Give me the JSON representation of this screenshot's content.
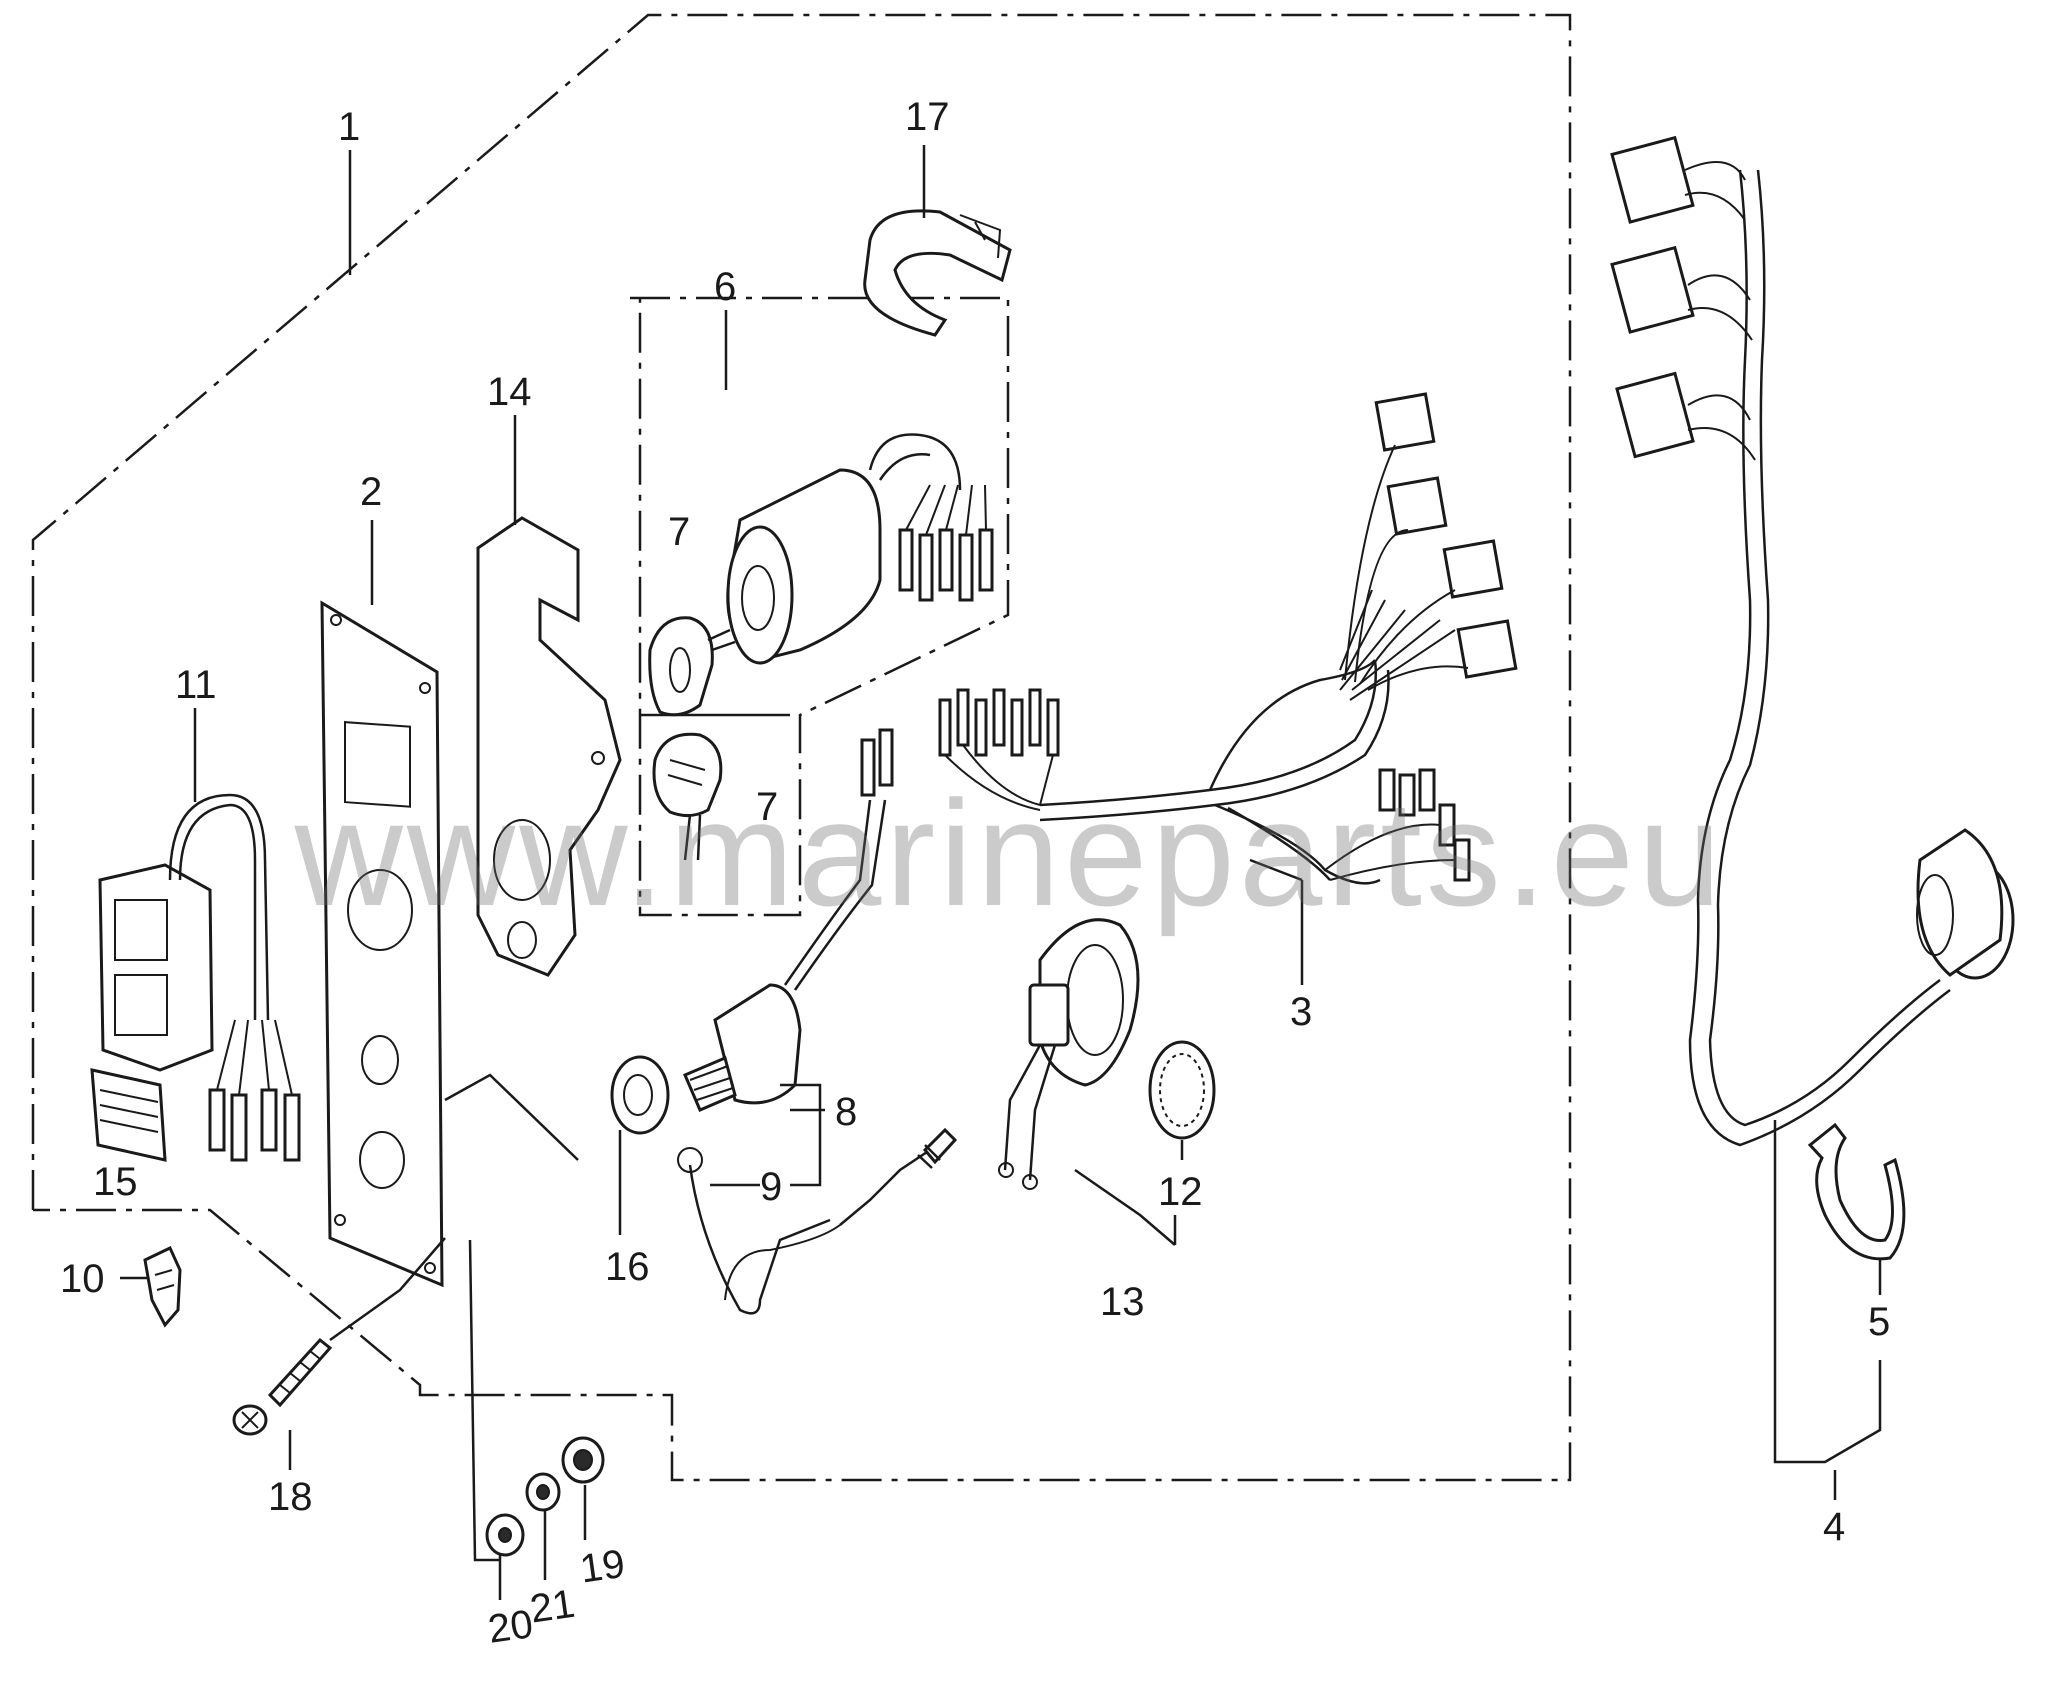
{
  "watermark": "www.marineparts.eu",
  "callouts": [
    {
      "id": "1",
      "label": "1"
    },
    {
      "id": "2",
      "label": "2"
    },
    {
      "id": "3",
      "label": "3"
    },
    {
      "id": "4",
      "label": "4"
    },
    {
      "id": "5",
      "label": "5"
    },
    {
      "id": "6",
      "label": "6"
    },
    {
      "id": "7a",
      "label": "7"
    },
    {
      "id": "7b",
      "label": "7"
    },
    {
      "id": "8",
      "label": "8"
    },
    {
      "id": "9",
      "label": "9"
    },
    {
      "id": "10",
      "label": "10"
    },
    {
      "id": "11",
      "label": "11"
    },
    {
      "id": "12",
      "label": "12"
    },
    {
      "id": "13",
      "label": "13"
    },
    {
      "id": "14",
      "label": "14"
    },
    {
      "id": "15",
      "label": "15"
    },
    {
      "id": "16",
      "label": "16"
    },
    {
      "id": "17",
      "label": "17"
    },
    {
      "id": "18",
      "label": "18"
    },
    {
      "id": "19",
      "label": "19"
    },
    {
      "id": "20",
      "label": "20"
    },
    {
      "id": "21",
      "label": "21"
    }
  ],
  "parts": [
    {
      "id": "switch-panel-assembly",
      "callout": "1"
    },
    {
      "id": "panel-plate",
      "callout": "2"
    },
    {
      "id": "main-wire-harness",
      "callout": "3"
    },
    {
      "id": "extension-wire-harness",
      "callout": "4"
    },
    {
      "id": "harness-clip",
      "callout": "5"
    },
    {
      "id": "ignition-switch-set",
      "callout": "6"
    },
    {
      "id": "ignition-key",
      "callout": "7"
    },
    {
      "id": "emergency-stop-switch",
      "callout": "8"
    },
    {
      "id": "stop-lanyard",
      "callout": "9"
    },
    {
      "id": "wire-clip-small",
      "callout": "10"
    },
    {
      "id": "warning-lamp-unit",
      "callout": "11"
    },
    {
      "id": "buzzer-grille",
      "callout": "12"
    },
    {
      "id": "buzzer",
      "callout": "13"
    },
    {
      "id": "mounting-bracket",
      "callout": "14"
    },
    {
      "id": "lamp-label",
      "callout": "15"
    },
    {
      "id": "switch-nut",
      "callout": "16"
    },
    {
      "id": "cable-band",
      "callout": "17"
    },
    {
      "id": "panel-screw",
      "callout": "18"
    },
    {
      "id": "hex-nut",
      "callout": "19"
    },
    {
      "id": "flat-washer",
      "callout": "20"
    },
    {
      "id": "lock-washer",
      "callout": "21"
    }
  ]
}
